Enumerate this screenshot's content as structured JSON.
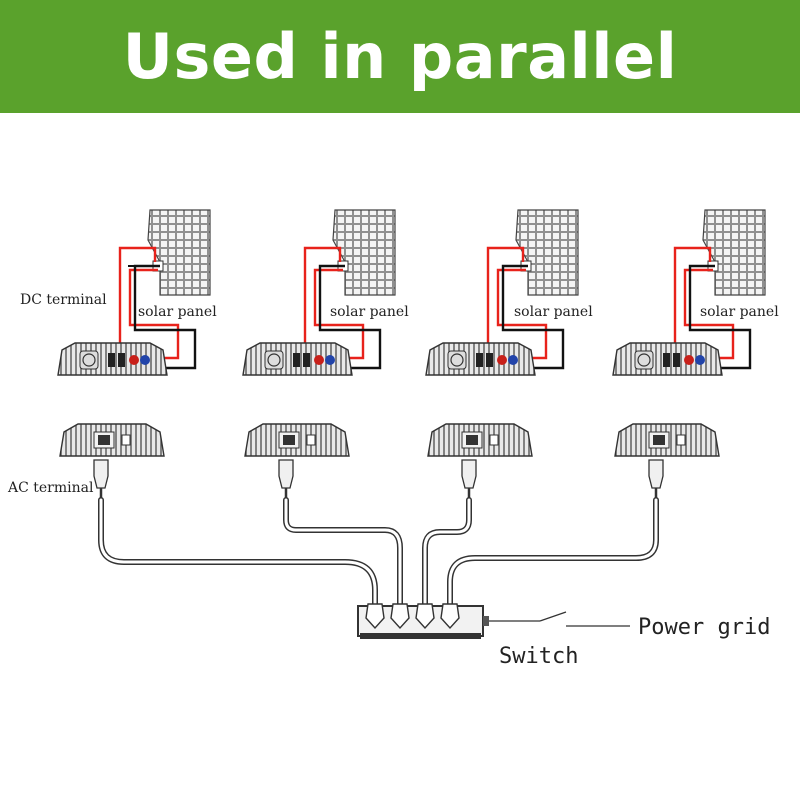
{
  "header": {
    "title": "Used in parallel",
    "background_color": "#5aa22c",
    "text_color": "#ffffff"
  },
  "labels": {
    "dc_terminal": "DC terminal",
    "ac_terminal": "AC terminal",
    "switch": "Switch",
    "power_grid": "Power grid"
  },
  "panels": [
    {
      "label": "solar panel"
    },
    {
      "label": "solar panel"
    },
    {
      "label": "solar panel"
    },
    {
      "label": "solar panel"
    }
  ],
  "colors": {
    "positive_wire": "#e8221b",
    "negative_wire": "#111111",
    "line_art": "#333333"
  },
  "icons": [
    "solar-panel-icon",
    "inverter-dc-side-icon",
    "inverter-ac-side-icon",
    "ac-plug-icon",
    "power-strip-icon",
    "switch-icon"
  ]
}
